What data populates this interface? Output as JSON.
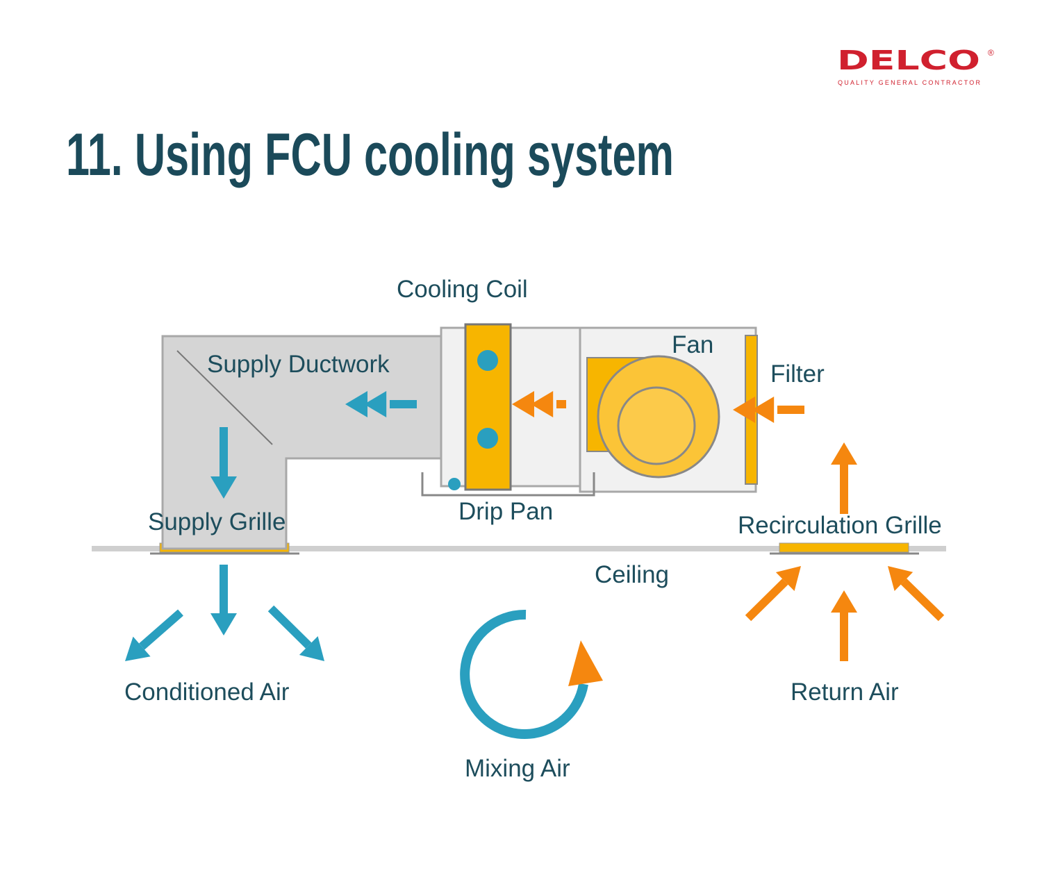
{
  "logo": {
    "brand": "DELCO",
    "tagline": "QUALITY GENERAL CONTRACTOR",
    "registered": "®",
    "color": "#d0202e"
  },
  "title": "11. Using FCU cooling system",
  "labels": {
    "cooling_coil": "Cooling Coil",
    "supply_ductwork": "Supply Ductwork",
    "fan": "Fan",
    "filter": "Filter",
    "drip_pan": "Drip Pan",
    "supply_grille": "Supply Grille",
    "recirculation_grille": "Recirculation Grille",
    "ceiling": "Ceiling",
    "conditioned_air": "Conditioned Air",
    "mixing_air": "Mixing Air",
    "return_air": "Return Air"
  },
  "colors": {
    "text": "#1d4d5c",
    "cool": "#2a9fbf",
    "warm": "#f5870f",
    "yellow": "#f7b500",
    "duct": "#d5d5d5"
  }
}
